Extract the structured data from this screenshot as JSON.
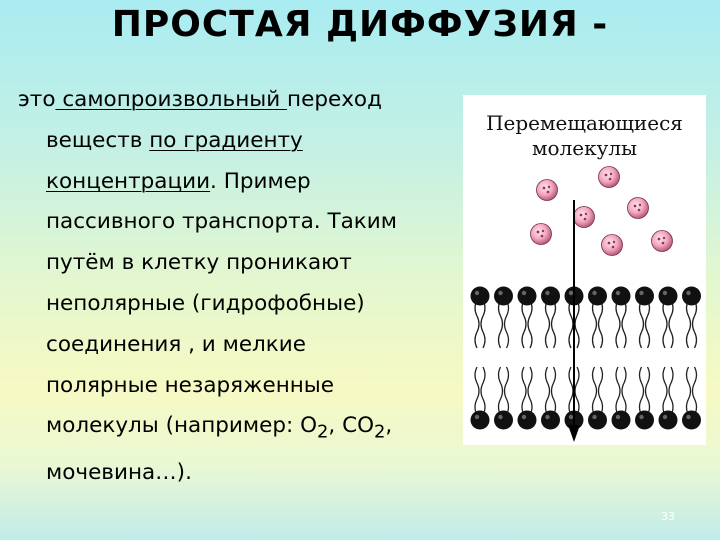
{
  "slide": {
    "title": "ПРОСТАЯ ДИФФУЗИЯ -",
    "page_number": "33"
  },
  "definition": {
    "l1_a": "это",
    "l1_b": " самопроизвольный ",
    "l1_c": " переход",
    "l2_a": "веществ ",
    "l2_b": "по градиенту",
    "l3_a": "концентрации",
    "l3_b": ". Пример",
    "l4": "пассивного транспорта. Таким",
    "l5": "путём в клетку проникают",
    "l6": "неполярные (гидрофобные)",
    "l7": "соединения ,  и мелкие",
    "l8": "полярные незаряженные",
    "l9_a": "молекулы (например: О",
    "l9_sub1": "2",
    "l9_b": ", СО",
    "l9_sub2": "2",
    "l9_c": ",",
    "l10": "мочевина…)."
  },
  "figure": {
    "label_line1": "Перемещающиеся",
    "label_line2": "молекулы"
  }
}
